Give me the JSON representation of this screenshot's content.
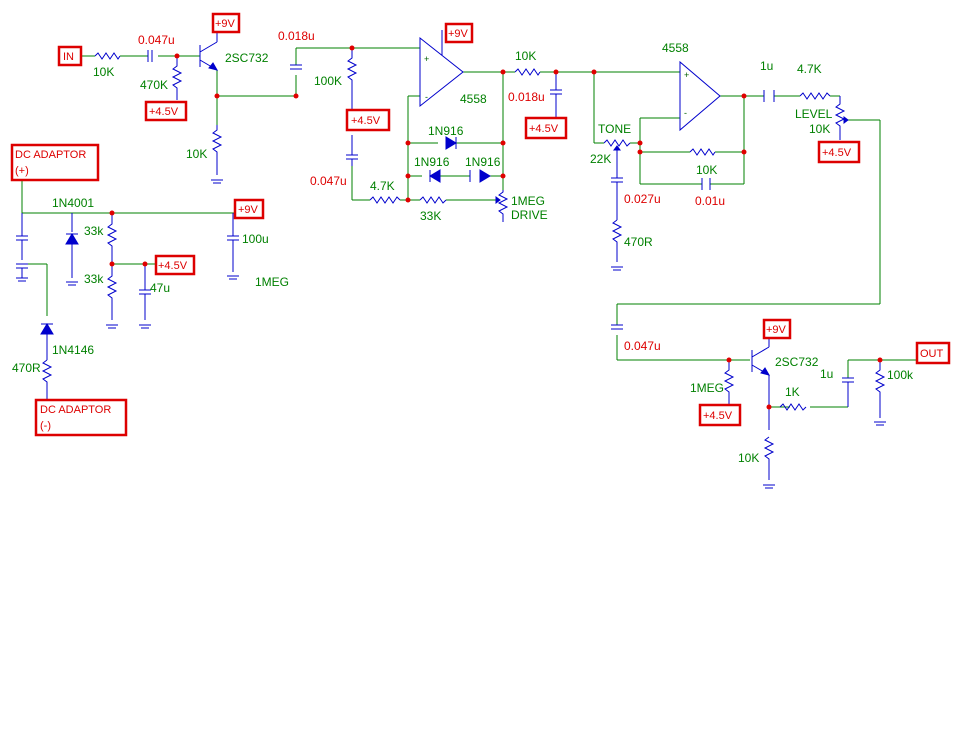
{
  "labels": {
    "in": "IN",
    "out": "OUT",
    "dc_plus_1": "DC ADAPTOR",
    "dc_plus_2": "(+)",
    "dc_minus_1": "DC ADAPTOR",
    "dc_minus_2": "(-)",
    "v9": "+9V",
    "v45": "+4.5V",
    "r_10k": "10K",
    "r_470k": "470K",
    "r_100k": "100K",
    "r_4k7": "4.7K",
    "r_4k7b": "4.7K",
    "r_33k": "33K",
    "r_33k_lc": "33k",
    "r_22k": "22K",
    "r_470r": "470R",
    "r_1meg": "1MEG",
    "r_1k": "1K",
    "r_100k_lc": "100k",
    "c_0047": "0.047u",
    "c_0018": "0.018u",
    "c_0027": "0.027u",
    "c_001": "0.01u",
    "c_1u": "1u",
    "c_100u": "100u",
    "c_47u": "47u",
    "q_2sc732": "2SC732",
    "ic_4558": "4558",
    "d_1n916": "1N916",
    "d_1n4001": "1N4001",
    "d_1n4146": "1N4146",
    "tone": "TONE",
    "level": "LEVEL",
    "drive": "DRIVE",
    "plus": "+",
    "minus": "-"
  },
  "colors": {
    "wire": "#008000",
    "component": "#0000cc",
    "marker": "#dd0000",
    "text": "#008000"
  }
}
